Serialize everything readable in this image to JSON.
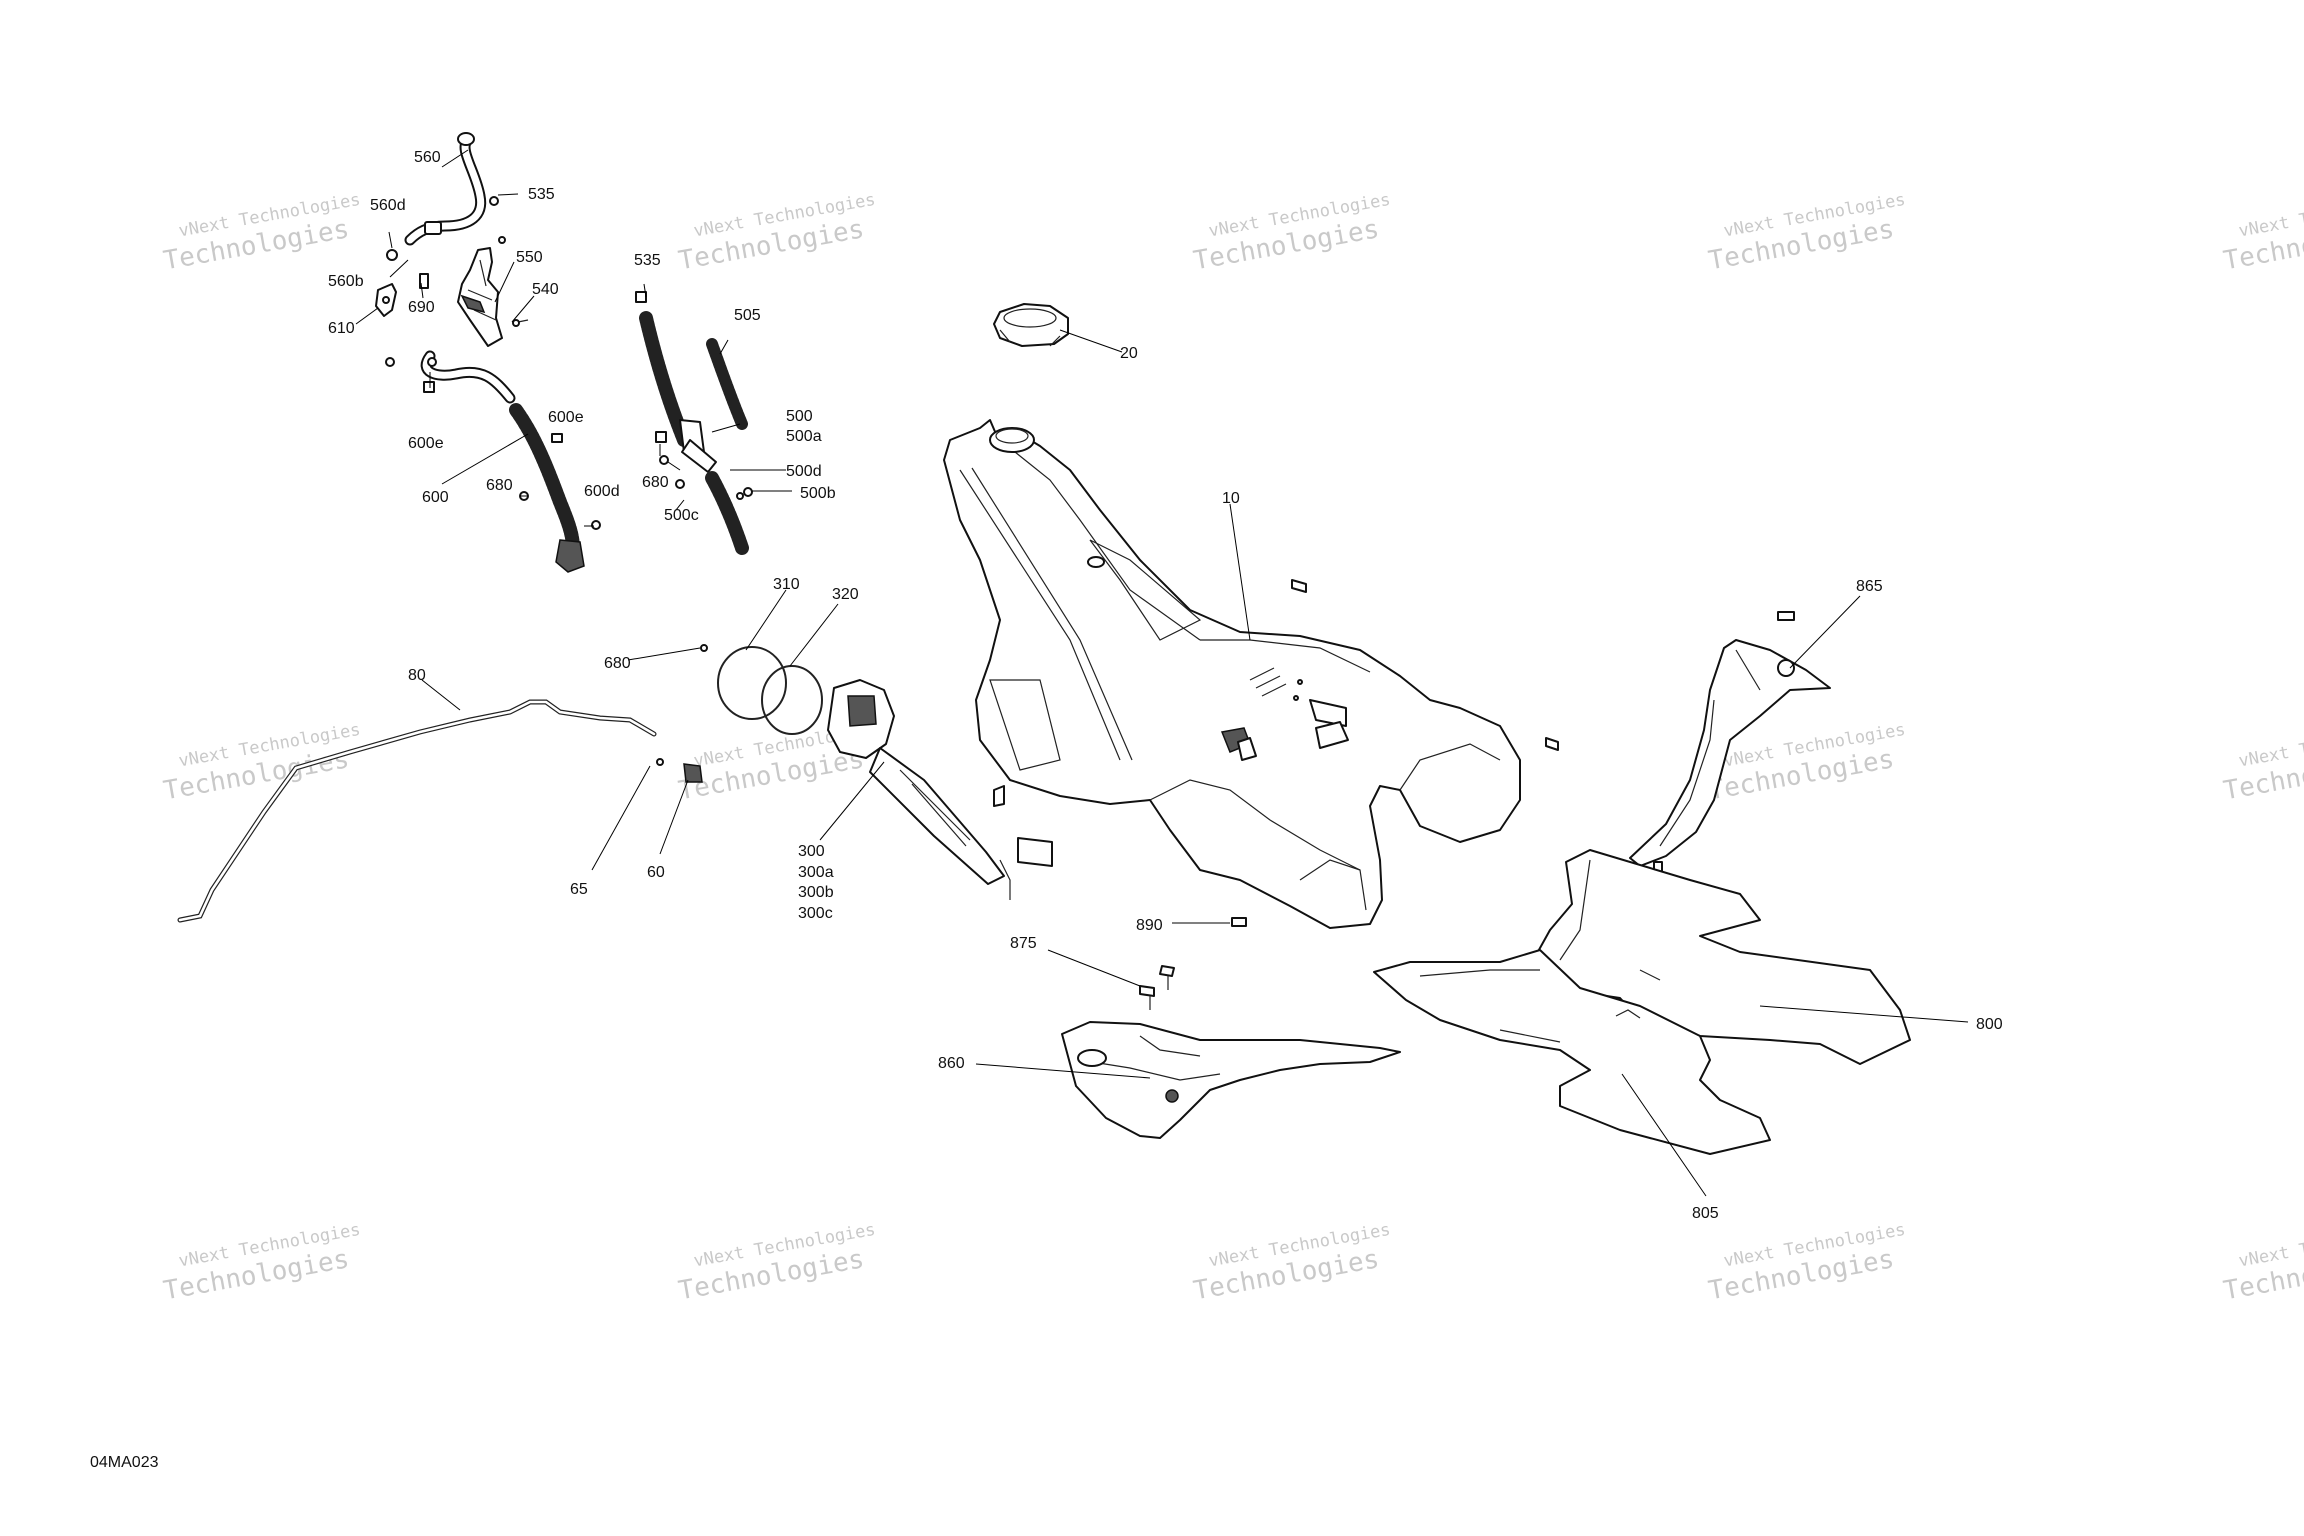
{
  "diagram_code": "04MA023",
  "watermark": {
    "line1": "vNext Technologies",
    "line2": "Technologies",
    "color": "#c9c9c9"
  },
  "callouts": [
    {
      "id": "560",
      "text": "560"
    },
    {
      "id": "535a",
      "text": "535"
    },
    {
      "id": "560d",
      "text": "560d"
    },
    {
      "id": "550",
      "text": "550"
    },
    {
      "id": "560b",
      "text": "560b"
    },
    {
      "id": "540",
      "text": "540"
    },
    {
      "id": "690",
      "text": "690"
    },
    {
      "id": "610",
      "text": "610"
    },
    {
      "id": "535b",
      "text": "535"
    },
    {
      "id": "505",
      "text": "505"
    },
    {
      "id": "600e_a",
      "text": "600e"
    },
    {
      "id": "600e_b",
      "text": "600e"
    },
    {
      "id": "500",
      "text": "500"
    },
    {
      "id": "500a",
      "text": "500a"
    },
    {
      "id": "500d",
      "text": "500d"
    },
    {
      "id": "680a",
      "text": "680"
    },
    {
      "id": "680b",
      "text": "680"
    },
    {
      "id": "600d",
      "text": "600d"
    },
    {
      "id": "500b",
      "text": "500b"
    },
    {
      "id": "600",
      "text": "600"
    },
    {
      "id": "500c",
      "text": "500c"
    },
    {
      "id": "20",
      "text": "20"
    },
    {
      "id": "10",
      "text": "10"
    },
    {
      "id": "310",
      "text": "310"
    },
    {
      "id": "320",
      "text": "320"
    },
    {
      "id": "680c",
      "text": "680"
    },
    {
      "id": "80",
      "text": "80"
    },
    {
      "id": "865",
      "text": "865"
    },
    {
      "id": "300",
      "text": "300"
    },
    {
      "id": "300a",
      "text": "300a"
    },
    {
      "id": "300b",
      "text": "300b"
    },
    {
      "id": "300c",
      "text": "300c"
    },
    {
      "id": "65",
      "text": "65"
    },
    {
      "id": "60",
      "text": "60"
    },
    {
      "id": "890",
      "text": "890"
    },
    {
      "id": "875",
      "text": "875"
    },
    {
      "id": "800",
      "text": "800"
    },
    {
      "id": "860",
      "text": "860"
    },
    {
      "id": "805",
      "text": "805"
    }
  ]
}
